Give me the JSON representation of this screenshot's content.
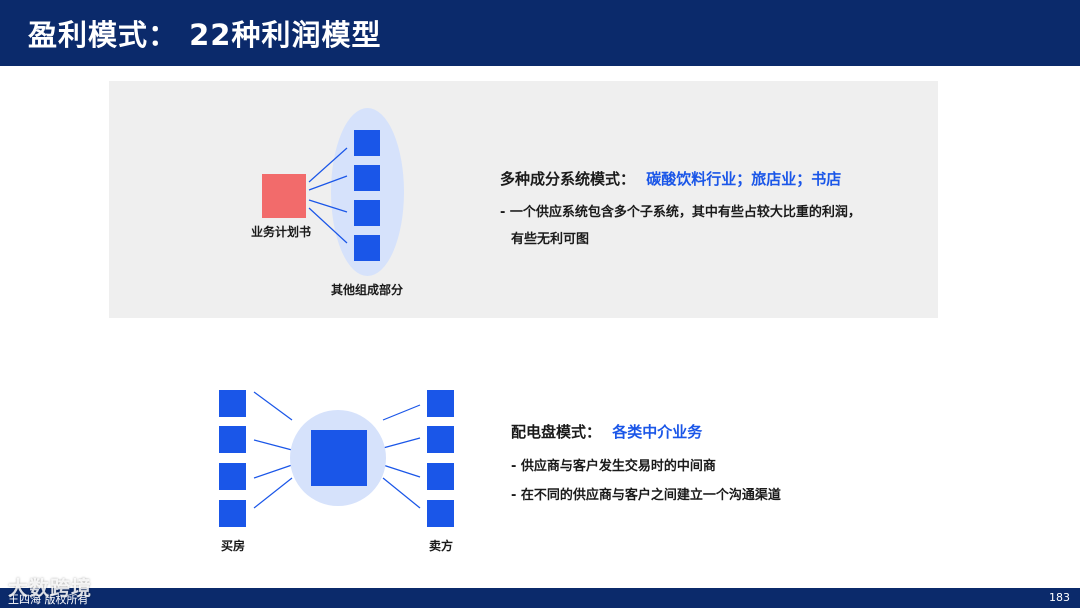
{
  "header": {
    "title": "盈利模式：  22种利润模型"
  },
  "mode1": {
    "title_prefix": "多种成分系统模式：",
    "title_highlight": "碳酸饮料行业；旅店业；书店",
    "desc_line1": "- 一个供应系统包含多个子系统，其中有些占较大比重的利润，",
    "desc_line2": "有些无利可图",
    "left_label": "业务计划书",
    "right_label": "其他组成部分"
  },
  "mode2": {
    "title_prefix": "配电盘模式：",
    "title_highlight": "各类中介业务",
    "bullet1": "- 供应商与客户发生交易时的中间商",
    "bullet2": "- 在不同的供应商与客户之间建立一个沟通渠道",
    "left_label": "买房",
    "right_label": "卖方"
  },
  "footer": {
    "left_text": "王四海 版权所有",
    "page_number": "183",
    "watermark": "大数跨境"
  },
  "colors": {
    "header_bg": "#0b2a6b",
    "accent_blue": "#1a56e8",
    "red_square": "#f26b6b",
    "light_blue": "#d6e2fb",
    "panel_bg": "#efefef"
  }
}
